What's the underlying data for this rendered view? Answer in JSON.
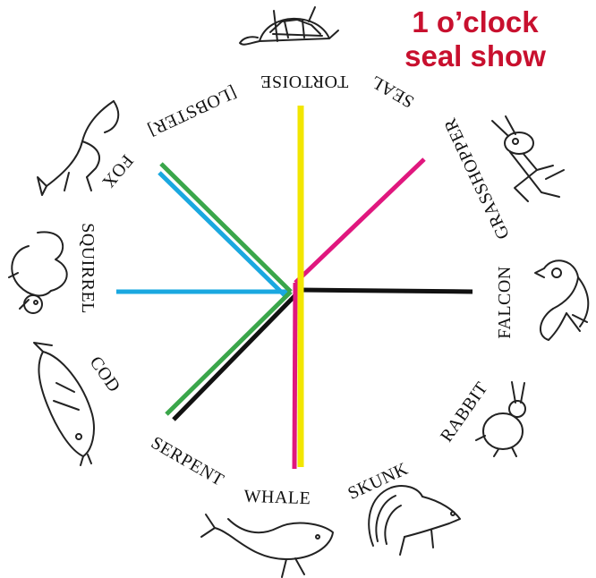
{
  "title": {
    "line1": "1 o’clock",
    "line2": "seal show"
  },
  "colors": {
    "title": "#c8102e",
    "yellow": "#f2e600",
    "magenta": "#e0177e",
    "black": "#111111",
    "green": "#3aa64a",
    "cyan": "#1aa8e0"
  },
  "animals": [
    {
      "key": "tortoise",
      "label": "TORTOISE",
      "icon": "tortoise-icon"
    },
    {
      "key": "seal",
      "label": "SEAL",
      "icon": "seal-icon"
    },
    {
      "key": "grasshopper",
      "label": "GRASSHOPPER",
      "icon": "grasshopper-icon"
    },
    {
      "key": "falcon",
      "label": "FALCON",
      "icon": "falcon-icon"
    },
    {
      "key": "rabbit",
      "label": "RABBIT",
      "icon": "rabbit-icon"
    },
    {
      "key": "skunk",
      "label": "SKUNK",
      "icon": "skunk-icon"
    },
    {
      "key": "whale",
      "label": "WHALE",
      "icon": "whale-icon"
    },
    {
      "key": "serpent",
      "label": "SERPENT",
      "icon": "serpent-icon"
    },
    {
      "key": "cod",
      "label": "COD",
      "icon": "cod-icon"
    },
    {
      "key": "squirrel",
      "label": "SQUIRREL",
      "icon": "squirrel-icon"
    },
    {
      "key": "fox",
      "label": "FOX",
      "icon": "fox-icon"
    },
    {
      "key": "lobster",
      "label": "[LOBSTER]",
      "icon": "lobster-icon"
    }
  ]
}
